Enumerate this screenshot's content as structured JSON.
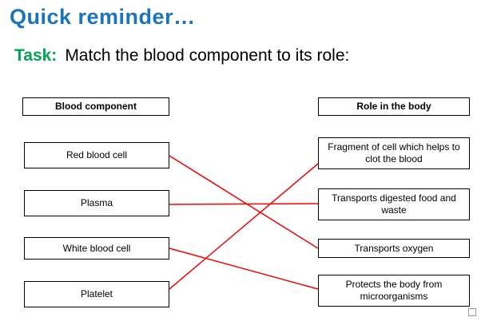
{
  "title": "Quick reminder…",
  "task": {
    "label": "Task:",
    "text": "Match the blood component to its role:"
  },
  "left_column": {
    "header": "Blood component",
    "items": [
      "Red blood cell",
      "Plasma",
      "White blood cell",
      "Platelet"
    ]
  },
  "right_column": {
    "header": "Role in the body",
    "items": [
      "Fragment of cell which helps to clot the blood",
      "Transports digested food and waste",
      "Transports oxygen",
      "Protects the body from microorganisms"
    ]
  },
  "connections": [
    {
      "from": "Red blood cell",
      "to": "Transports oxygen"
    },
    {
      "from": "Plasma",
      "to": "Transports digested food and waste"
    },
    {
      "from": "White blood cell",
      "to": "Protects the body from microorganisms"
    },
    {
      "from": "Platelet",
      "to": "Fragment of cell which helps to clot the blood"
    }
  ],
  "colors": {
    "title": "#1b75bc",
    "task_label": "#00a551",
    "line": "#ff0000"
  }
}
